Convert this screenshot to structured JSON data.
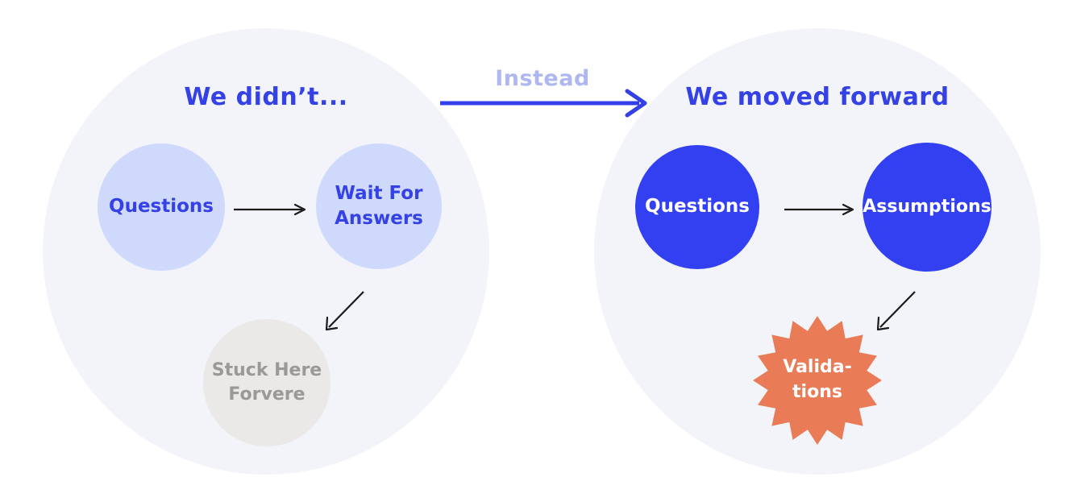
{
  "left_group": {
    "title": "We didn’t...",
    "questions_label": "Questions",
    "wait_line1": "Wait For",
    "wait_line2": "Answers",
    "stuck_line1": "Stuck Here",
    "stuck_line2": "Forvere"
  },
  "transition": {
    "label": "Instead"
  },
  "right_group": {
    "title": "We moved forward",
    "questions_label": "Questions",
    "assumptions_label": "Assumptions",
    "validations_line1": "Valida-",
    "validations_line2": "tions"
  },
  "colors": {
    "brand-blue": "#3441E4",
    "deep-blue-fill": "#3340F2",
    "light-blue-fill": "#CFD9FB",
    "pale-circle-fill": "#F3F4FA",
    "lavender-text": "#AFB7F0",
    "arrow-blue": "#3340E8",
    "orange-fill": "#E97C57",
    "gray-fill": "#EAE9E7",
    "gray-text": "#9A9998",
    "arrow-black": "#1A1A1A",
    "white-text": "#FFFFFF"
  }
}
